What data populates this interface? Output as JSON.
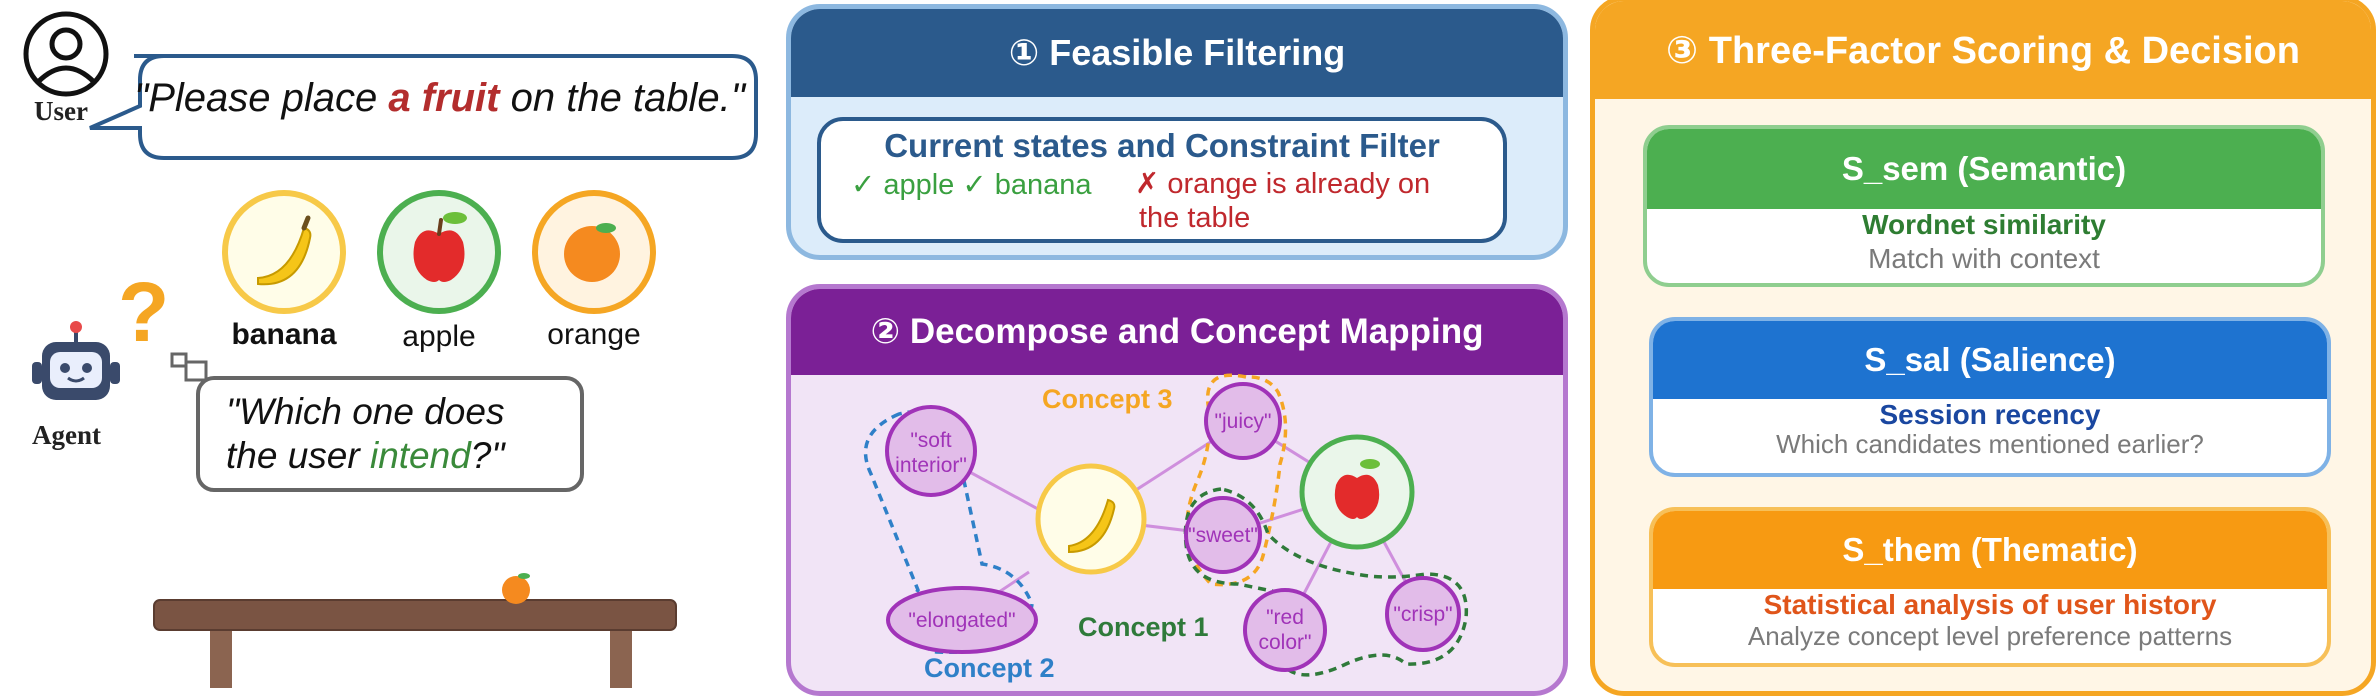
{
  "left_scene": {
    "user_label": "User",
    "user_quote_open": "\"Please place ",
    "user_quote_emphasis": "a fruit",
    "user_quote_close": " on the table.\"",
    "fruits": [
      {
        "name": "banana",
        "icon": "banana-icon"
      },
      {
        "name": "apple",
        "icon": "apple-icon"
      },
      {
        "name": "orange",
        "icon": "orange-icon"
      }
    ],
    "question_mark": "?",
    "agent_label": "Agent",
    "agent_quote_line1": "\"Which one does",
    "agent_quote_line2_open": "the user ",
    "agent_quote_line2_emphasis": "intend",
    "agent_quote_line2_close": "?\""
  },
  "panel1": {
    "title": "① Feasible Filtering",
    "box_title": "Current states and Constraint Filter",
    "ok_items": "✓ apple ✓ banana",
    "reject_line1": "✗ orange is already on",
    "reject_line2": "the table"
  },
  "panel2": {
    "title": "② Decompose and Concept Mapping",
    "nodes": {
      "soft_line1": "\"soft",
      "soft_line2": "interior\"",
      "elongated": "\"elongated\"",
      "juicy": "\"juicy\"",
      "sweet": "\"sweet\"",
      "red_line1": "\"red",
      "red_line2": "color\"",
      "crisp": "\"crisp\""
    },
    "concept1": "Concept 1",
    "concept2": "Concept 2",
    "concept3": "Concept 3"
  },
  "panel3": {
    "title": "③ Three-Factor Scoring & Decision",
    "cards": [
      {
        "head": "S_sem (Semantic)",
        "sub1": "Wordnet similarity",
        "sub2": "Match with context"
      },
      {
        "head": "S_sal (Salience)",
        "sub1": "Session recency",
        "sub2": "Which candidates mentioned earlier?"
      },
      {
        "head": "S_them (Thematic)",
        "sub1": "Statistical analysis of user history",
        "sub2": "Analyze concept level preference patterns"
      }
    ]
  },
  "colors": {
    "blue_dark": "#2b5a8c",
    "purple": "#7b2096",
    "orange": "#f5a623",
    "green": "#4caf50",
    "blue": "#1e73d0",
    "red": "#b32d2d"
  }
}
